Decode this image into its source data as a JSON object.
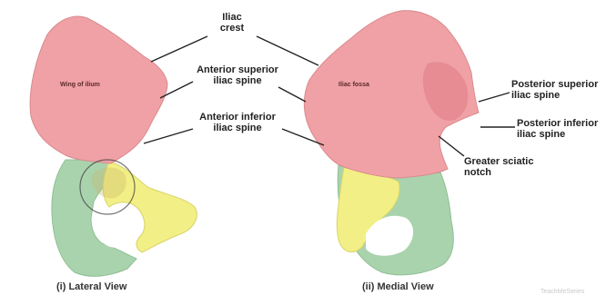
{
  "labels": {
    "iliac_crest": [
      "Iliac",
      "crest"
    ],
    "asis": [
      "Anterior superior",
      "iliac spine"
    ],
    "aiis": [
      "Anterior inferior",
      "iliac spine"
    ],
    "psis": [
      "Posterior superior",
      "iliac spine"
    ],
    "piis": [
      "Posterior inferior",
      "iliac spine"
    ],
    "greater_sciatic_notch": [
      "Greater sciatic",
      "notch"
    ]
  },
  "in_bone": {
    "wing": "Wing of ilium",
    "fossa": "Iliac fossa"
  },
  "captions": {
    "lateral": "(i) Lateral View",
    "medial": "(ii) Medial View"
  },
  "watermark": "TeachMeSeries",
  "colors": {
    "ilium": "#f0a1a5",
    "ilium_edge": "#d98a8e",
    "ischium": "#a9d3ad",
    "pubis": "#f2ef86",
    "leader": "#222222"
  }
}
